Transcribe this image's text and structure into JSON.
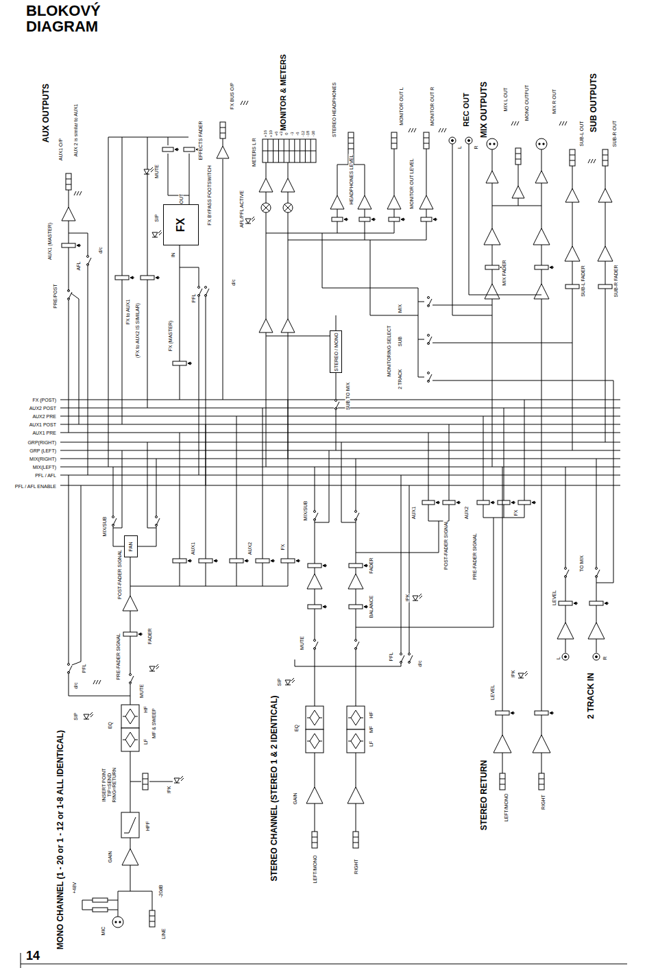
{
  "diagram": {
    "title": "BLOKOVÝ DIAGRAM",
    "nodes": [
      {
        "text": [
          "FX"
        ]
      },
      {
        "text": [
          "STEREO / MONO"
        ]
      },
      {
        "text": [
          "PAN"
        ]
      }
    ],
    "labels": [
      "AUX OUTPUTS",
      "AUX1 O/P",
      "AUX 2 is similar to AUX1",
      "AUX1 (MASTER)",
      "AFL",
      "d/c",
      "PRE/POST",
      "FX to AUX1",
      "(FX to AUX2 IS SIMILAR)",
      "FX (MASTER)",
      "PFL",
      "d/c",
      "IN",
      "OUT",
      "SIP",
      "MUTE",
      "EFFECTS FADER",
      "FX BYPASS FOOTSWITCH",
      "FX BUS O/P",
      "MONITOR & METERS",
      "METERS L R",
      "+16",
      "+10",
      "+6",
      "+3",
      "0",
      "-3",
      "-6",
      "-12",
      "-18",
      "-30",
      "AFL/PFL ACTIVE",
      "STEREO HEADPHONES",
      "HEADPHONES LEVEL",
      "MONITOR OUT L",
      "MONITOR OUT R",
      "MONITOR OUT LEVEL",
      "REC OUT",
      "L",
      "R",
      "MIX OUTPUTS",
      "MIX L OUT",
      "MONO OUTPUT",
      "MIX R OUT",
      "MIX FADER",
      "SUB OUTPUTS",
      "SUB-L OUT",
      "SUB-R OUT",
      "SUB-L FADER",
      "SUB-R FADER",
      "SUB TO MIX",
      "MONITORING SELECT",
      "MIX",
      "SUB",
      "2 TRACK",
      "FX (POST)",
      "AUX2 POST",
      "AUX2 PRE",
      "AUX1 POST",
      "AUX1 PRE",
      "GRP(RIGHT)",
      "GRP (LEFT)",
      "MIX(RIGHT)",
      "MIX(LEFT)",
      "PFL / AFL",
      "PFL / AFL ENABLE",
      "MONO CHANNEL (1 - 20 or 1 - 12 or 1-8 ALL IDENTICAL)",
      "MIX/SUB",
      "POST-FADER SIGNAL",
      "FADER",
      "PRE-FADER SIGNAL",
      "AUX1",
      "AUX2",
      "FX",
      "PFL",
      "d/c",
      "MUTE",
      "SIP",
      "EQ",
      "LF",
      "MF & SWEEP",
      "HF",
      "INSERT POINT TIP=SEND RING=RETURN",
      "!PK",
      "HPF",
      "GAIN",
      "+48V",
      "-20dB",
      "MIC",
      "LINE",
      "STEREO CHANNEL (STEREO 1 & 2 IDENTICAL)",
      "MIX/SUB",
      "FADER",
      "BALANCE",
      "MUTE",
      "SIP",
      "PFL",
      "d/c",
      "!PK",
      "EQ",
      "LF",
      "MF",
      "HF",
      "GAIN",
      "LEFT/MONO",
      "RIGHT",
      "AUX1",
      "AUX2",
      "FX",
      "POST-FADER SIGNAL",
      "PRE-FADER SIGNAL",
      "STEREO RETURN",
      "LEVEL",
      "!PK",
      "LEFT/MONO",
      "RIGHT",
      "2 TRACK IN",
      "TO MIX",
      "LEVEL",
      "L",
      "R",
      "14"
    ]
  }
}
